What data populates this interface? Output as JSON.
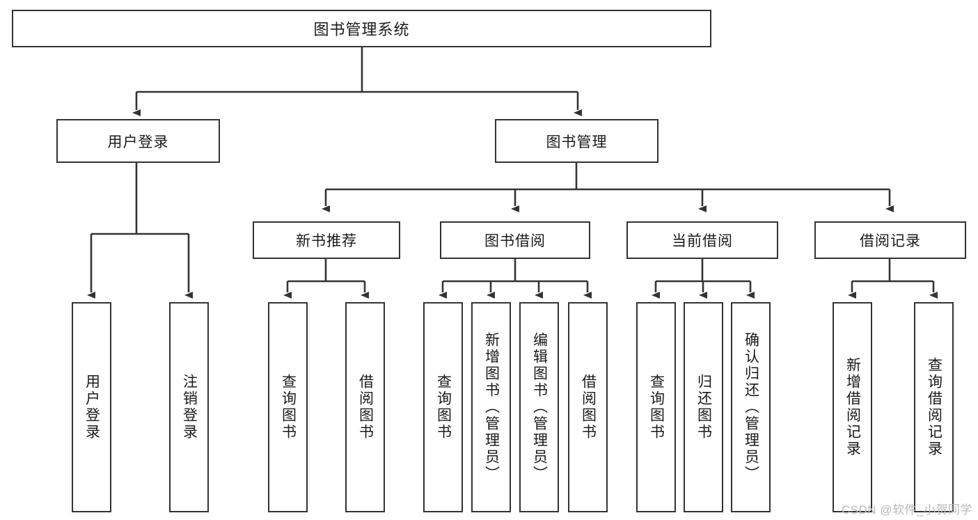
{
  "diagram": {
    "title": "图书管理系统",
    "type": "tree",
    "watermark": "CSDN @软件_小贺同学",
    "colors": {
      "box_border": "#333333",
      "box_fill": "#ffffff",
      "connector": "#333333",
      "text": "#1a1a1a",
      "watermark": "#b9b9b9",
      "background": "#ffffff"
    },
    "nodes": {
      "root": {
        "label": "图书管理系统"
      },
      "level2": [
        {
          "label": "用户登录"
        },
        {
          "label": "图书管理"
        }
      ],
      "level3": [
        {
          "label": "新书推荐"
        },
        {
          "label": "图书借阅"
        },
        {
          "label": "当前借阅"
        },
        {
          "label": "借阅记录"
        }
      ],
      "leaves_user_login": [
        {
          "label": "用户登录"
        },
        {
          "label": "注销登录"
        }
      ],
      "leaves_new_book": [
        {
          "label": "查询图书"
        },
        {
          "label": "借阅图书"
        }
      ],
      "leaves_borrow": [
        {
          "label": "查询图书"
        },
        {
          "label": "新增图书（管理员）"
        },
        {
          "label": "编辑图书（管理员）"
        },
        {
          "label": "借阅图书"
        }
      ],
      "leaves_current": [
        {
          "label": "查询图书"
        },
        {
          "label": "归还图书"
        },
        {
          "label": "确认归还（管理员）"
        }
      ],
      "leaves_records": [
        {
          "label": "新增借阅记录"
        },
        {
          "label": "查询借阅记录"
        }
      ]
    }
  }
}
